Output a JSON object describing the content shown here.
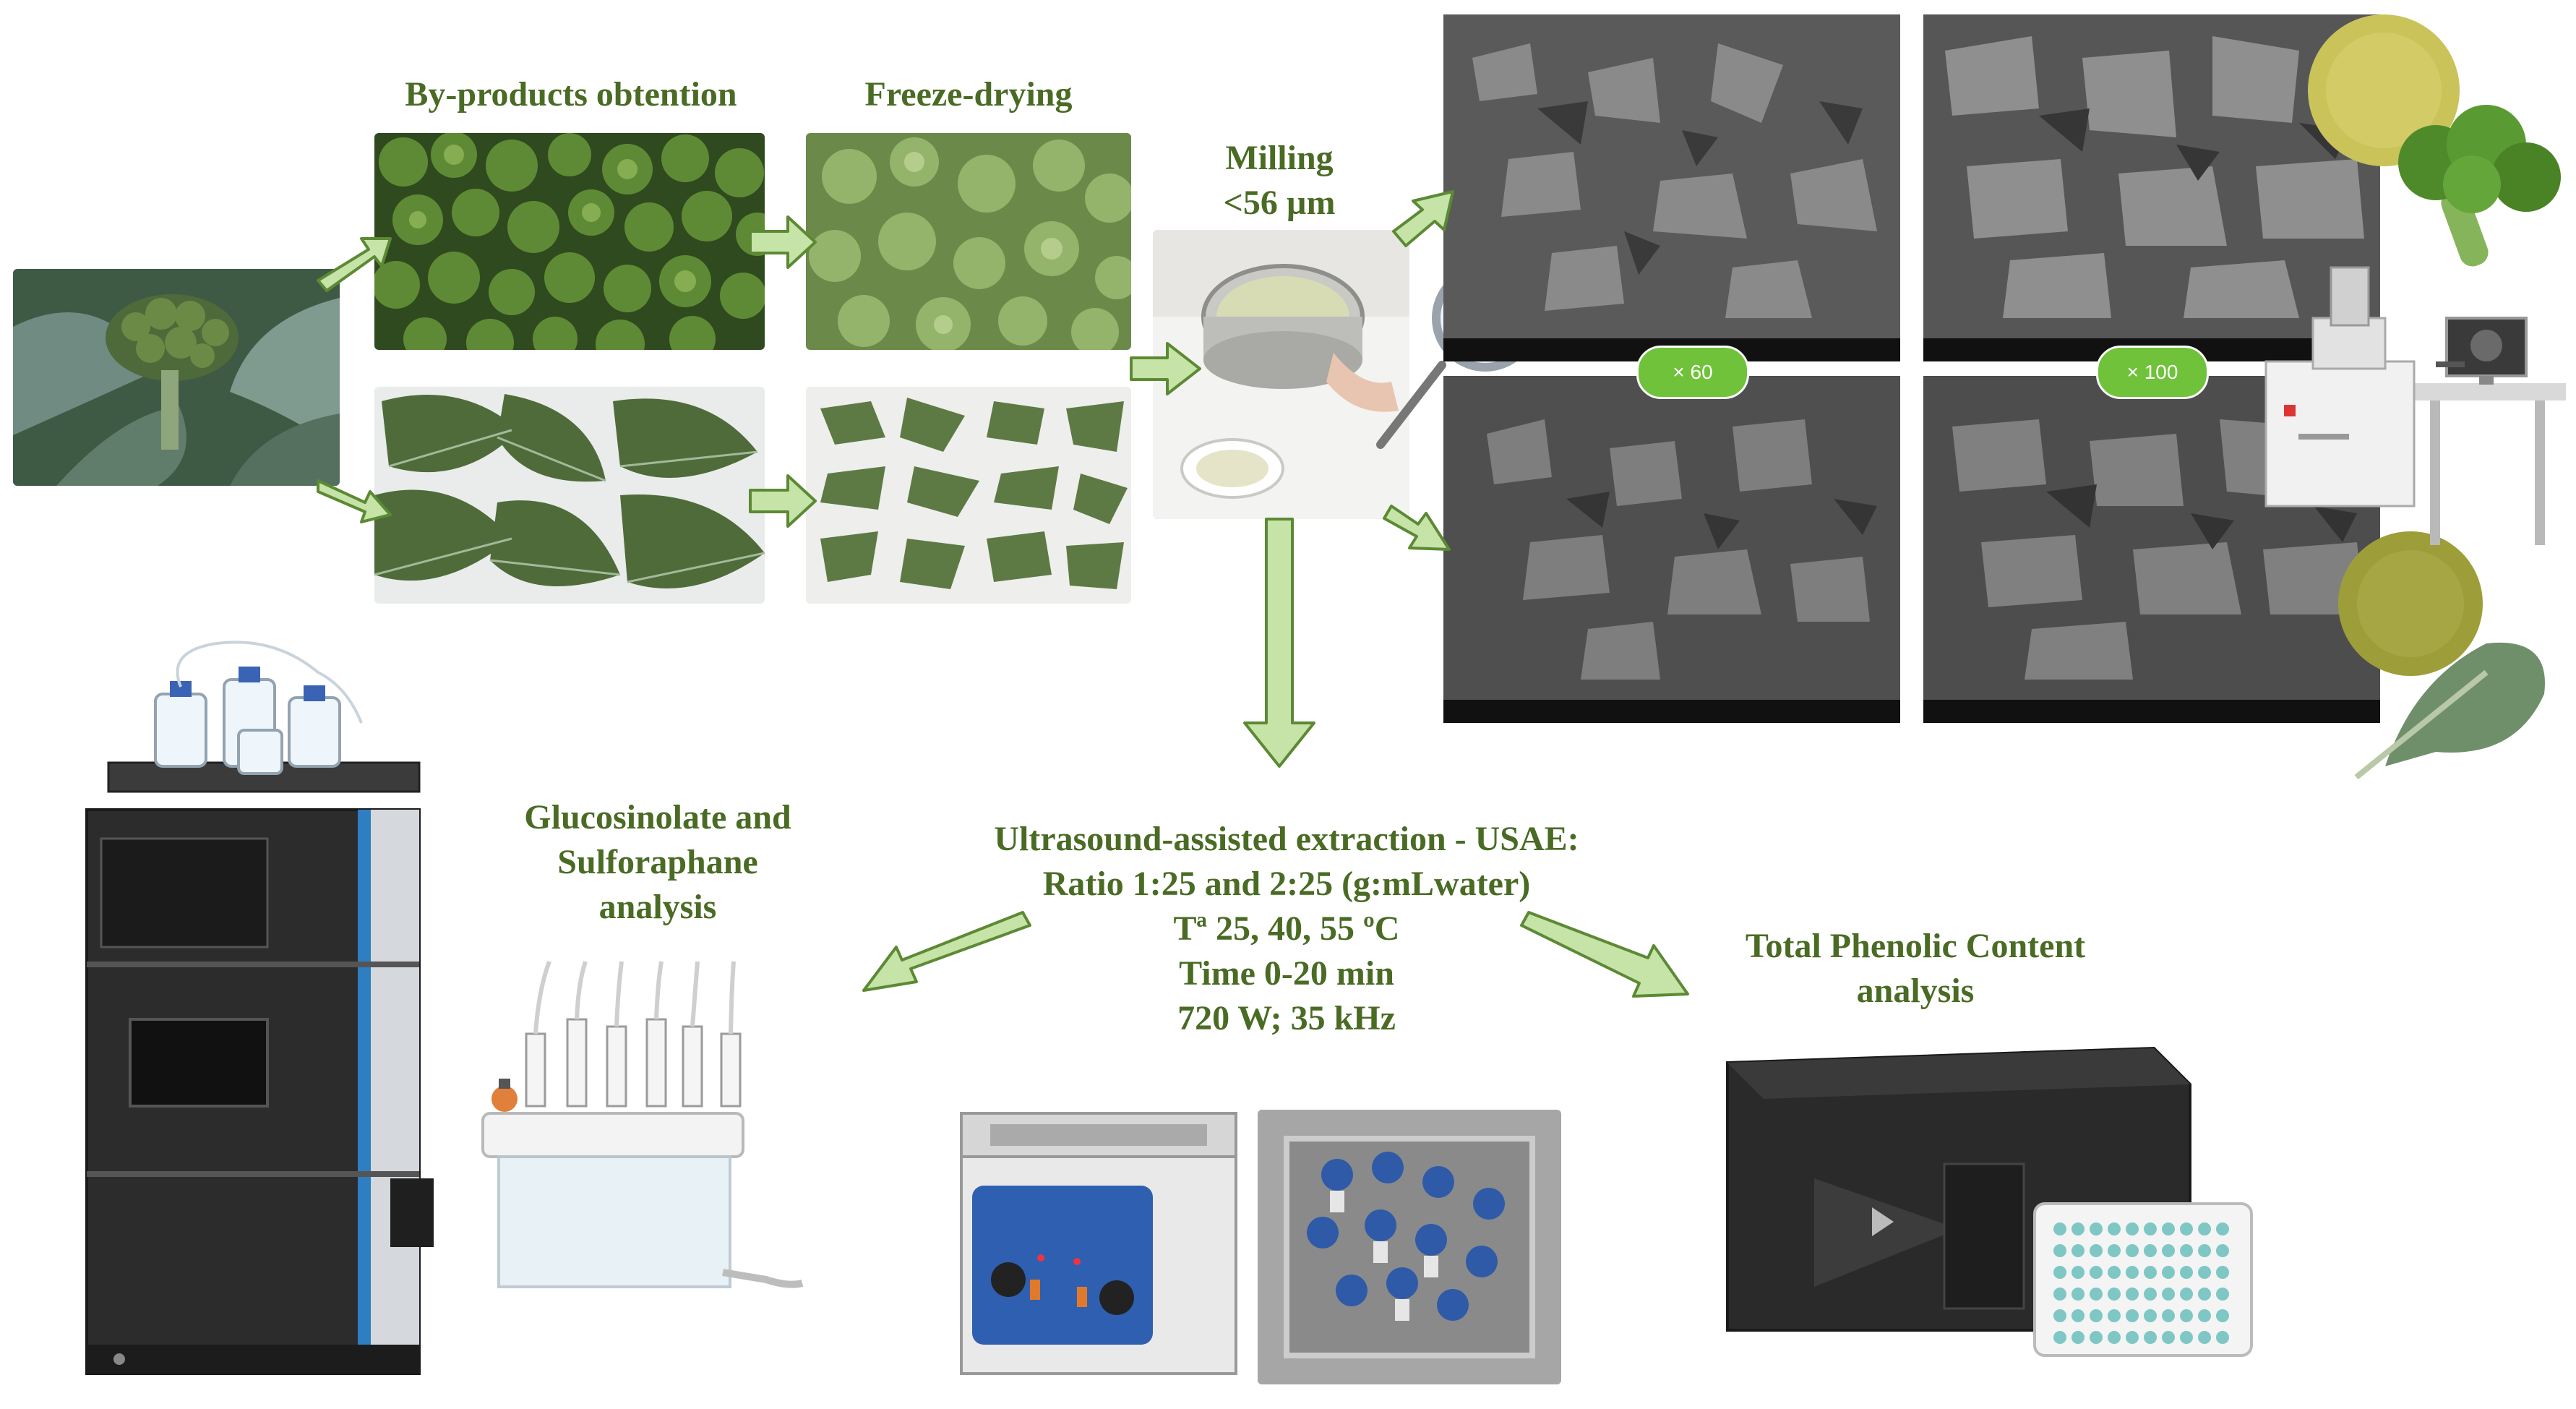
{
  "steps": {
    "byproducts": "By-products obtention",
    "freeze_drying": "Freeze-drying",
    "milling_line1": "Milling",
    "milling_line2": "<56 µm"
  },
  "sem": {
    "mag_60": "× 60",
    "mag_100": "× 100"
  },
  "extraction": {
    "title": "Ultrasound-assisted extraction - USAE:",
    "line1": "Ratio 1:25 and 2:25 (g:mLwater)",
    "line2": "Tª 25, 40, 55 ºC",
    "line3": "Time 0-20 min",
    "line4": "720 W; 35 kHz"
  },
  "glucosinolate": {
    "line1": "Glucosinolate and",
    "line2": "Sulforaphane",
    "line3": "analysis"
  },
  "phenolic": {
    "line1": "Total Phenolic Content",
    "line2": "analysis"
  },
  "colors": {
    "title_text": "#4a6b24",
    "arrow_fill": "#c6e3a8",
    "arrow_stroke": "#5c8a34",
    "magnification_badge": "#6fc23a"
  }
}
